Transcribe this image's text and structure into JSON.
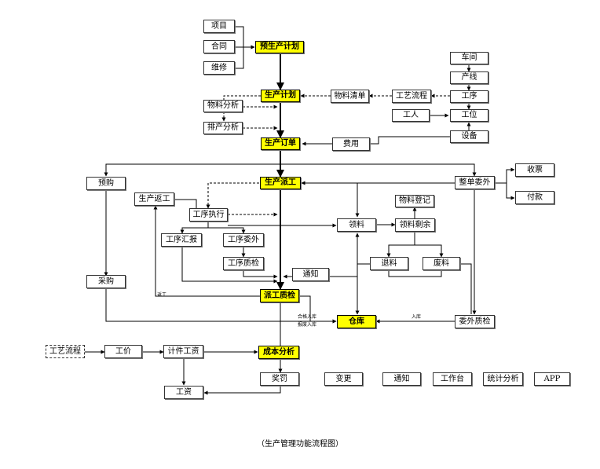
{
  "nodes": {
    "xiangmu": "项目",
    "hetong": "合同",
    "weixiu": "维修",
    "yushengchan_jihua": "预生产计划",
    "shengchan_jihua": "生产计划",
    "wuliao_fenxi": "物料分析",
    "paichan_fenxi": "排产分析",
    "wuliao_qingdan": "物料清单",
    "gongyi_liucheng": "工艺流程",
    "chejian": "车间",
    "chanxian": "产线",
    "gongxu": "工序",
    "gongren": "工人",
    "gongwei": "工位",
    "shengchan_dingdan": "生产订单",
    "feiyong": "费用",
    "shebei": "设备",
    "yugou": "预购",
    "shengchan_paigong": "生产派工",
    "zhengdan_weiwai": "整单委外",
    "shoupiao": "收票",
    "fukuan": "付款",
    "shengchan_fangong": "生产返工",
    "gongxu_zhixing": "工序执行",
    "wuliao_dengji": "物料登记",
    "lingliao": "领料",
    "lingliao_shengyu": "领料剩余",
    "gongxu_huibao": "工序汇报",
    "gongxu_weiwai": "工序委外",
    "gongxu_zhijian": "工序质检",
    "tuiliao": "退料",
    "feiliao": "废料",
    "tongzhi_1": "通知",
    "caigou": "采购",
    "paigong_zhijian": "派工质检",
    "cangku": "仓库",
    "weiwai_zhijian": "委外质检",
    "gongyi_liucheng_2": "工艺流程",
    "gongjia": "工价",
    "jijian_gongzi": "计件工资",
    "chengben_fenxi": "成本分析",
    "gongzi": "工资",
    "jiangfa": "奖罚",
    "biangeng": "变更",
    "tongzhi_2": "通知",
    "gongzuotai": "工作台",
    "tongji_fenxi": "统计分析",
    "app": "APP"
  },
  "edge_labels": {
    "fangong": "返工",
    "hege_ruku": "合格入库",
    "baofei_ruku": "报废入库",
    "ruku": "入库"
  },
  "caption": "（生产管理功能流程图）"
}
